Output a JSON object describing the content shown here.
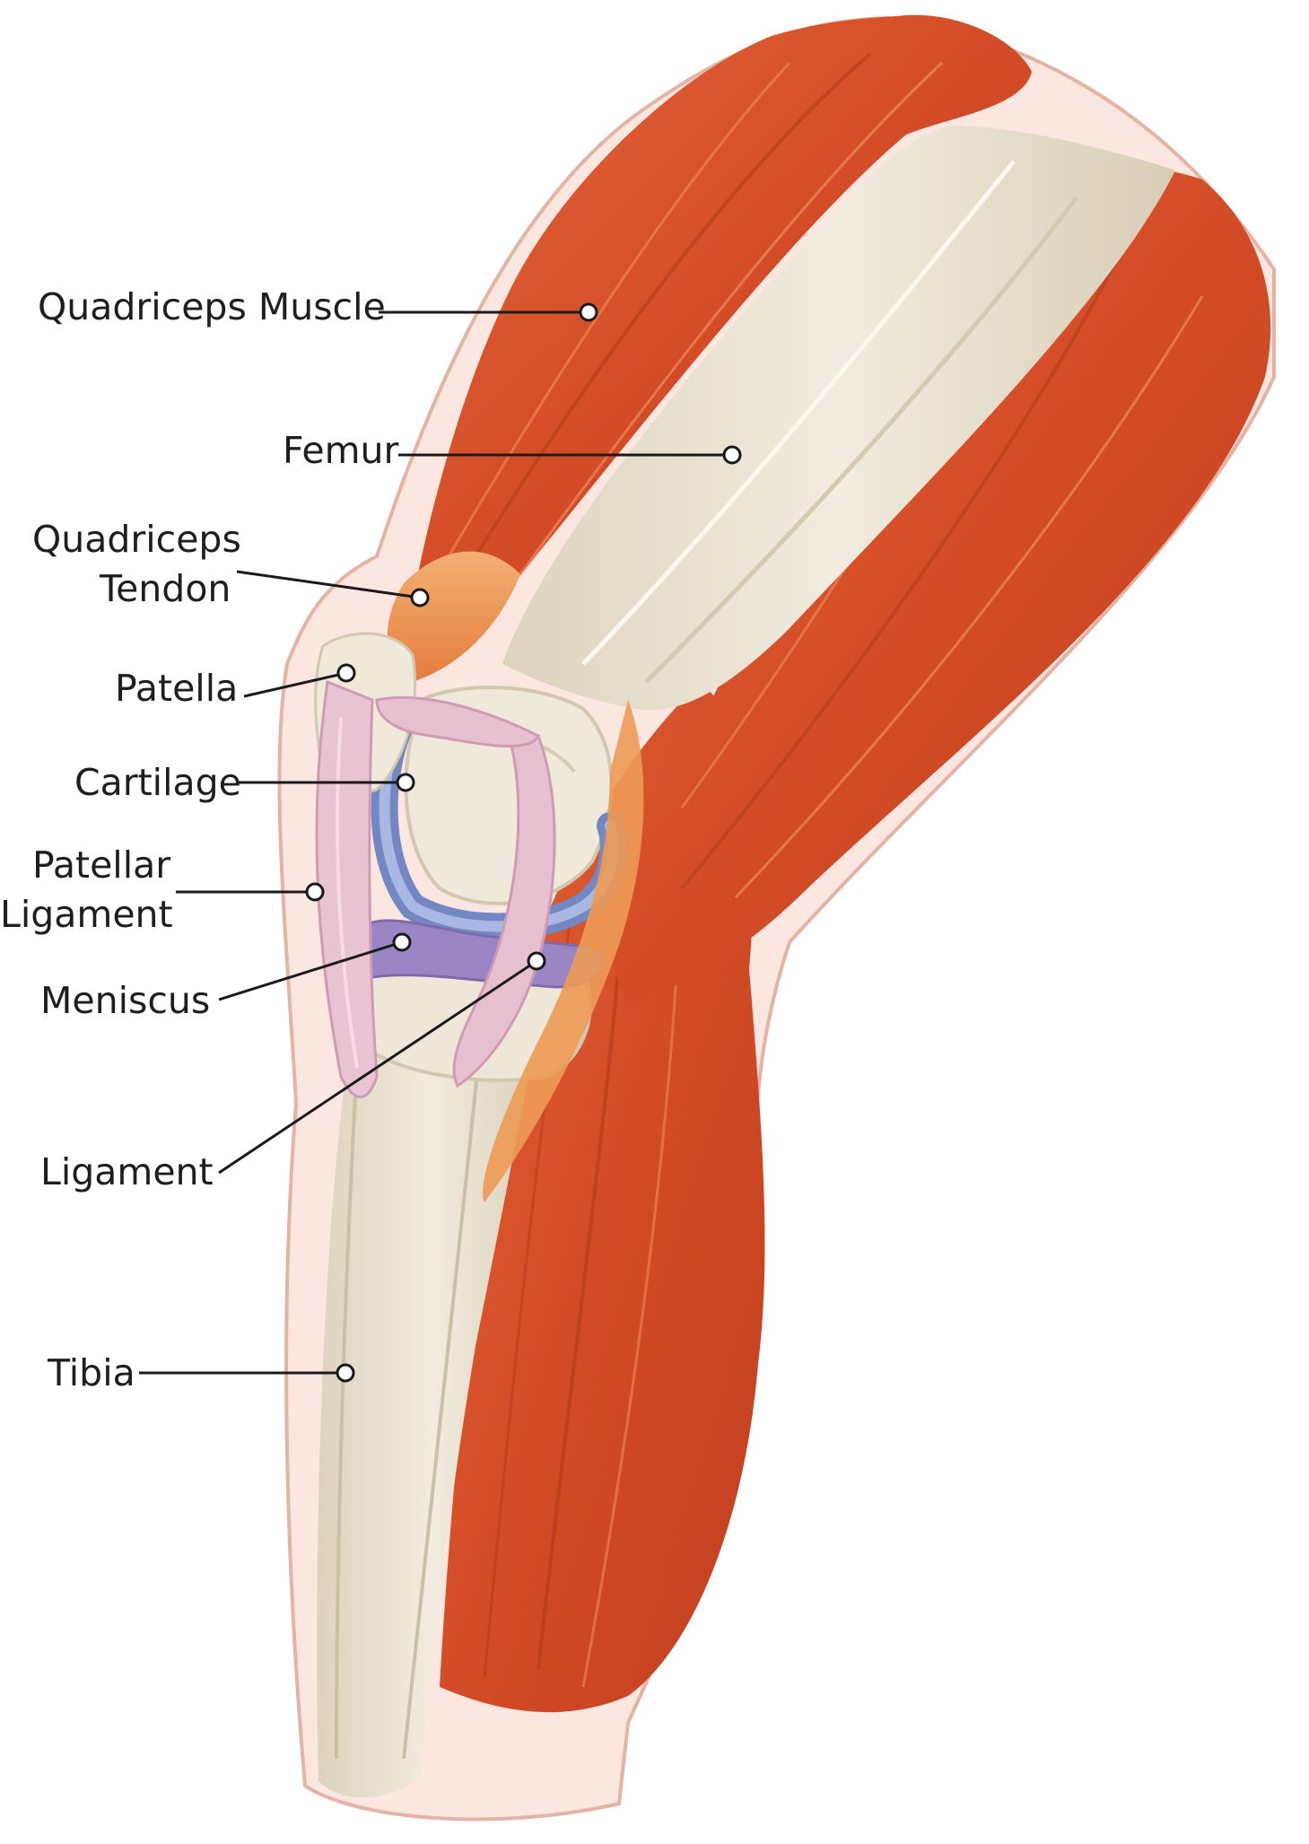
{
  "colors": {
    "muscle": "#d9512a",
    "muscle_dark": "#b83a1b",
    "muscle_light": "#e9784a",
    "bone": "#ebe5d6",
    "bone_shade": "#d2c9b4",
    "tendon": "#ee9a55",
    "ligament": "#e5bfd0",
    "cartilage": "#7e94c9",
    "meniscus": "#9a86c4",
    "skin": "#f2c6b8",
    "skin_outline": "#d99c8c"
  },
  "labels": {
    "quadriceps_muscle": "Quadriceps Muscle",
    "femur": "Femur",
    "quadriceps_tendon": [
      "Quadriceps",
      "Tendon"
    ],
    "patella": "Patella",
    "cartilage": "Cartilage",
    "patellar_ligament": [
      "Patellar",
      "Ligament"
    ],
    "meniscus": "Meniscus",
    "ligament": "Ligament",
    "tibia": "Tibia"
  }
}
